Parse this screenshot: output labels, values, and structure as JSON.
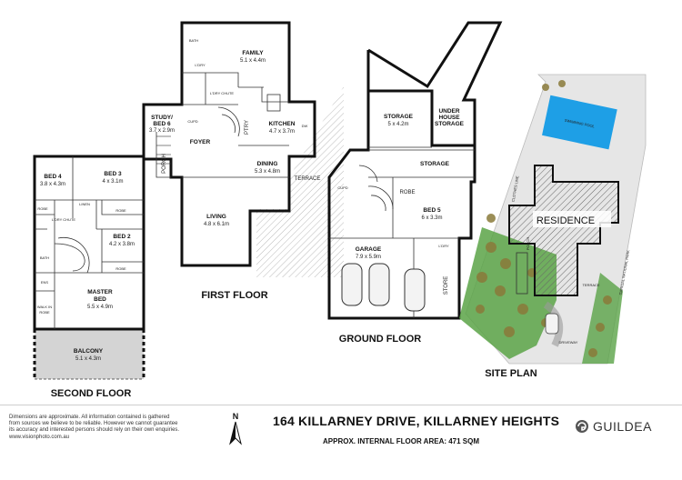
{
  "floors": {
    "second": "SECOND FLOOR",
    "first": "FIRST FLOOR",
    "ground": "GROUND FLOOR",
    "site": "SITE PLAN"
  },
  "second_floor": {
    "bed4": {
      "name": "BED 4",
      "dims": "3.8 x 4.3m"
    },
    "bed3": {
      "name": "BED 3",
      "dims": "4 x 3.1m"
    },
    "bed2": {
      "name": "BED 2",
      "dims": "4.2 x 3.8m"
    },
    "master": {
      "name": "MASTER",
      "name2": "BED",
      "dims": "5.5 x 4.9m"
    },
    "balcony": {
      "name": "BALCONY",
      "dims": "5.1 x 4.3m"
    },
    "robe": "ROBE",
    "bath": "BATH",
    "walk_in": "WALK IN",
    "linen": "LINEN",
    "ldry_chute": "L'DRY CHUTE",
    "ens": "ENS"
  },
  "first_floor": {
    "family": {
      "name": "FAMILY",
      "dims": "5.1 x 4.4m"
    },
    "study": {
      "name": "STUDY/",
      "name2": "BED 6",
      "dims": "3.7 x 2.9m"
    },
    "kitchen": {
      "name": "KITCHEN",
      "dims": "4.7 x 3.7m"
    },
    "dining": {
      "name": "DINING",
      "dims": "5.3 x 4.8m"
    },
    "living": {
      "name": "LIVING",
      "dims": "4.8 x 6.1m"
    },
    "foyer": "FOYER",
    "porch": "PORCH",
    "ptry": "PTRY",
    "terrace": "TERRACE",
    "ldry": "L'DRY",
    "bath": "BATH",
    "ldry_chute": "L'DRY CHUTE",
    "dw": "DW",
    "cupd": "CUPD"
  },
  "ground_floor": {
    "storage1": {
      "name": "STORAGE",
      "dims": "5 x 4.2m"
    },
    "under_house": {
      "name": "UNDER",
      "name2": "HOUSE",
      "name3": "STORAGE"
    },
    "storage2": "STORAGE",
    "cupd": "CUPD",
    "robe": "ROBE",
    "bed5": {
      "name": "BED 5",
      "dims": "6 x 3.3m"
    },
    "garage": {
      "name": "GARAGE",
      "dims": "7.9 x 5.9m"
    },
    "store": "STORE",
    "ldry": "L'DRY"
  },
  "site": {
    "residence": "RESIDENCE",
    "pool": "SWIMMING POOL",
    "park": "GARIGAL NATIONAL PARK",
    "clothes_line": "CLOTHES LINE",
    "terrace": "TERRACE",
    "driveway": "DRIVEWAY",
    "porch": "PORCH"
  },
  "footer": {
    "disclaimer": [
      "Dimensions are approximate. All information contained is gathered",
      "from sources we believe to be reliable. However we cannot guarantee",
      "its accuracy and interested persons should rely on their own enquiries.",
      "www.visionphoto.com.au"
    ],
    "compass": "N",
    "address": "164 KILLARNEY DRIVE, KILLARNEY HEIGHTS",
    "area": "APPROX. INTERNAL FLOOR AREA: 471 SQM",
    "brand": "GUILDEA"
  },
  "colors": {
    "wall": "#111111",
    "balcony": "#d4d4d4",
    "terrace": "#d9d9d9",
    "lawn": "#5aa347",
    "tree": "#8a7a3a",
    "pool": "#1e9fe6",
    "site_ground": "#e6e6e6"
  }
}
